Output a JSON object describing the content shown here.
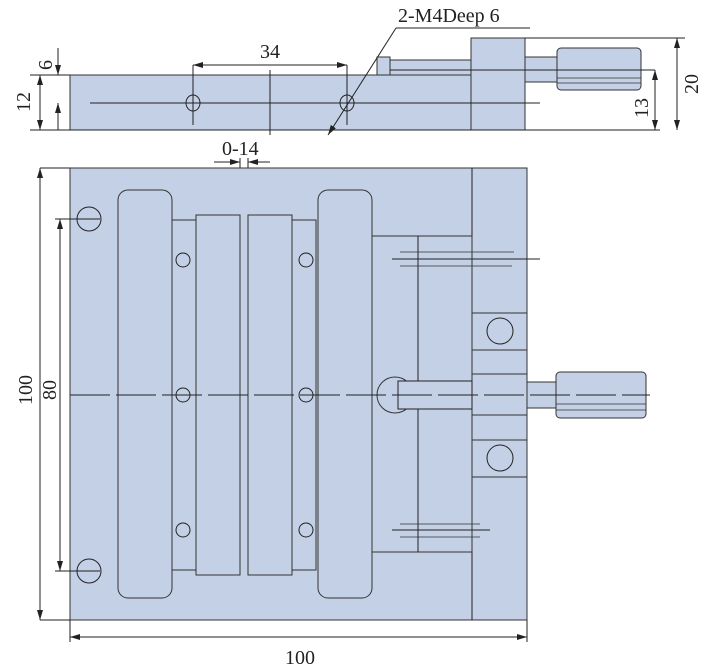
{
  "drawing": {
    "fill_color": "#c3d0e6",
    "callout": "2-M4Deep 6",
    "dims": {
      "hole_spacing": "34",
      "top_offset": "6",
      "height_12": "12",
      "height_13": "13",
      "height_20": "20",
      "travel": "0-14",
      "height_100": "100",
      "hole_pitch_80": "80",
      "width_100": "100"
    }
  }
}
